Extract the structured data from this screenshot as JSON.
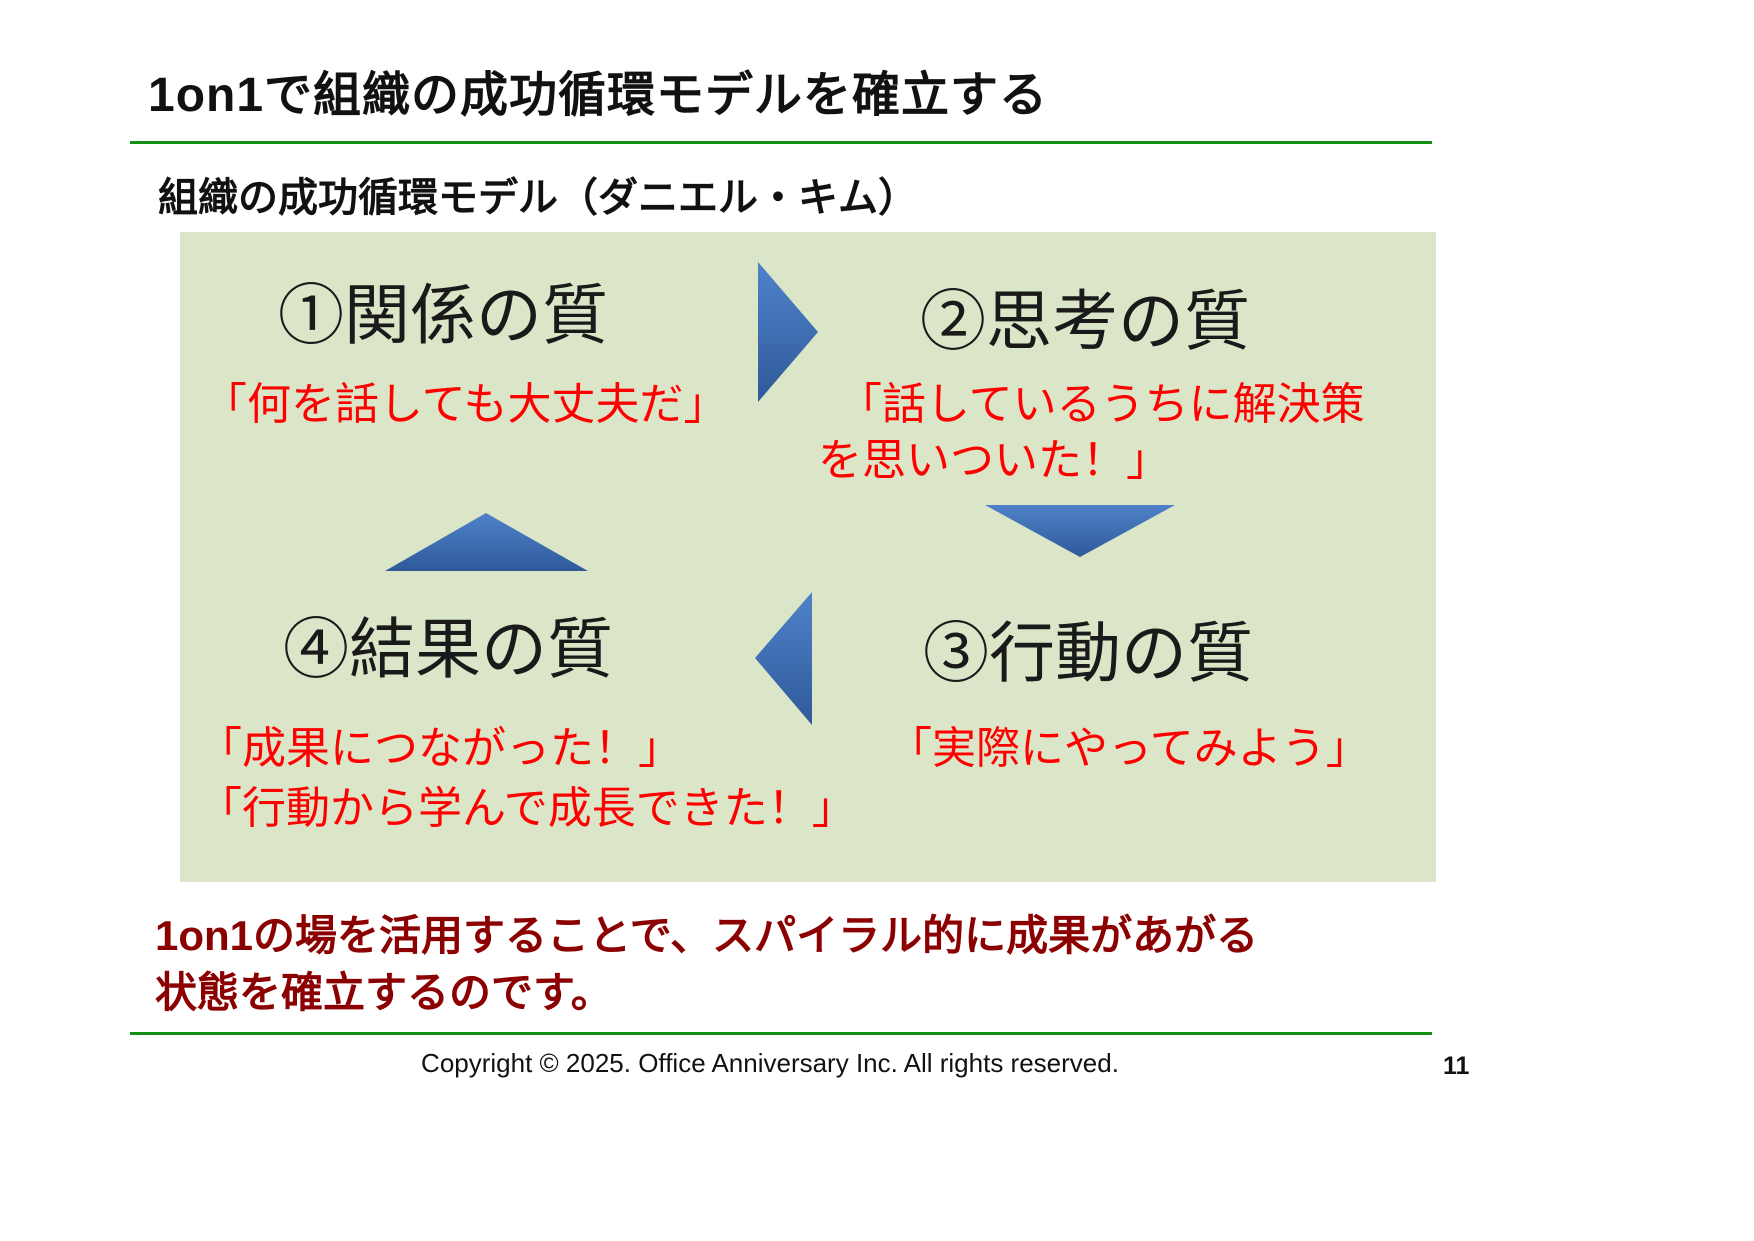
{
  "page": {
    "title": "1on1で組織の成功循環モデルを確立する",
    "subtitle": "組織の成功循環モデル（ダニエル・キム）",
    "footer": "Copyright ©  2025. Office Anniversary Inc. All rights reserved.",
    "page_number": "11"
  },
  "cycle": {
    "nodes": [
      {
        "label": "①関係の質",
        "quote": "「何を話しても大丈夫だ」"
      },
      {
        "label": "②思考の質",
        "quote1": "「話しているうちに解決策",
        "quote2": "を思いついた！」"
      },
      {
        "label": "③行動の質",
        "quote": "「実際にやってみよう」"
      },
      {
        "label": "④結果の質",
        "quote1": "「成果につながった！」",
        "quote2": "「行動から学んで成長できた！」"
      }
    ],
    "arrows": [
      {
        "icon": "arrow-right-icon",
        "direction": "right"
      },
      {
        "icon": "arrow-down-icon",
        "direction": "down"
      },
      {
        "icon": "arrow-left-icon",
        "direction": "left"
      },
      {
        "icon": "arrow-up-icon",
        "direction": "up"
      }
    ]
  },
  "message": {
    "line1": "1on1の場を活用することで、スパイラル的に成果があがる",
    "line2": "状態を確立するのです。"
  },
  "colors": {
    "accent_green": "#149114",
    "diagram_background": "#dbe6c8",
    "arrow_blue": "#3c6cb4",
    "quote_red": "#ff0000",
    "message_dark_red": "#8b0000"
  }
}
